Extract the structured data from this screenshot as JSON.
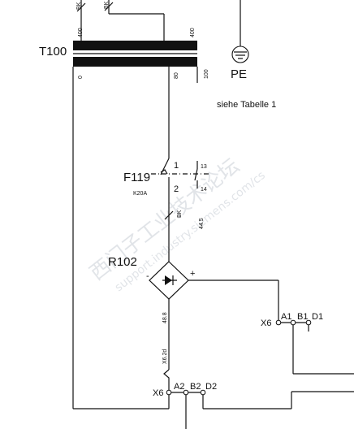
{
  "transformer": {
    "ref": "T100",
    "pin_top_left": "400",
    "pin_top_right": "400",
    "pin_bottom_left": "0",
    "pin_bottom_mid": "80",
    "pin_bottom_right": "100"
  },
  "wire_marks": {
    "top_left_bk": "BK",
    "top_mid_bk": "BK",
    "breaker_out_bk": "BK",
    "breaker_out_code": "44.5",
    "aux_pin_top": "13",
    "aux_pin_bottom": "14"
  },
  "earth": {
    "label": "PE"
  },
  "note": {
    "text": "siehe Tabelle 1"
  },
  "breaker": {
    "ref": "F119",
    "rating": "K20A",
    "terminal_1": "1",
    "terminal_2": "2"
  },
  "rectifier": {
    "ref": "R102",
    "plus": "+",
    "minus": "-",
    "wire_no": "48.8",
    "wire_dest": "X6.2d"
  },
  "connector_upper": {
    "ref": "X6",
    "pins": [
      "A1",
      "B1",
      "D1"
    ]
  },
  "connector_lower": {
    "ref": "X6",
    "pins": [
      "A2",
      "B2",
      "D2"
    ]
  },
  "watermark": {
    "cn": "西门子工业技术论坛",
    "url": "support.industry.siemens.com/cs"
  }
}
